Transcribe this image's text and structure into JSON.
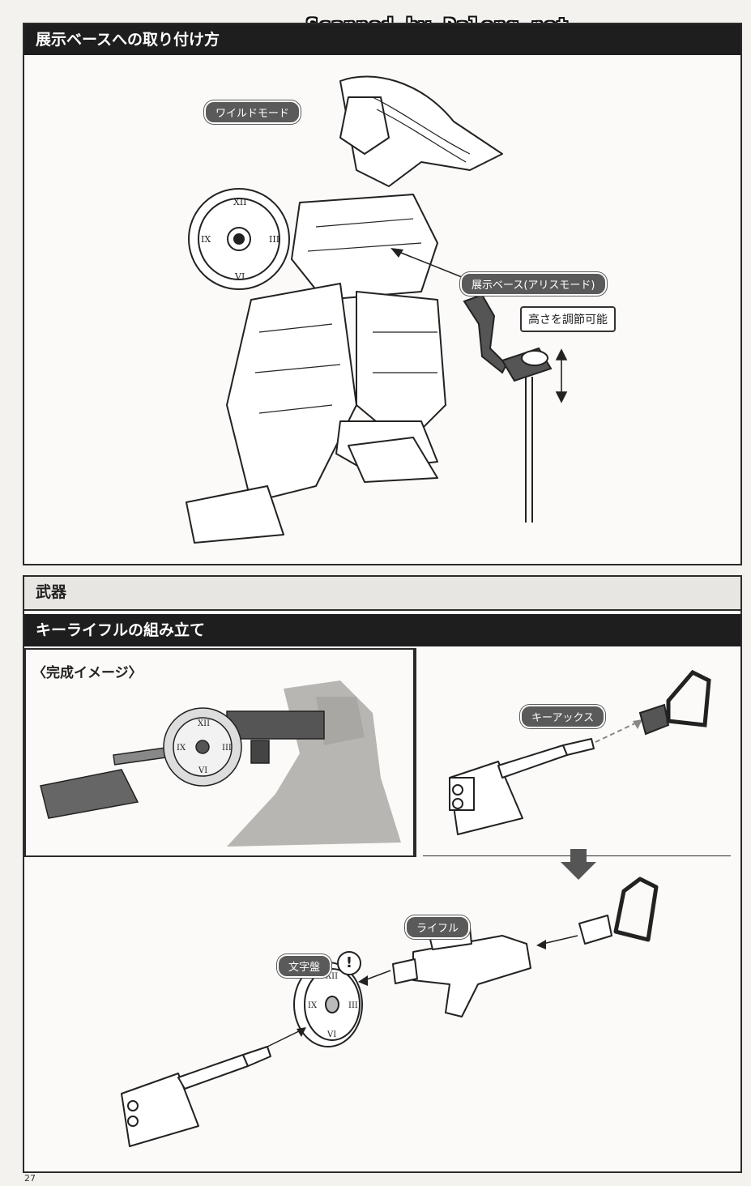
{
  "watermark": "Scanned by Dalong.net",
  "section_display": {
    "title": "展示ベースへの取り付け方",
    "label_wild_mode": "ワイルドモード",
    "label_display_base": "展示ベース(アリスモード)",
    "callout_height": "高さを調節可能"
  },
  "section_weapons": {
    "heading": "武器",
    "title": "キーライフルの組み立て",
    "completed_label": "〈完成イメージ〉",
    "label_key_axe": "キーアックス",
    "label_rifle": "ライフル",
    "label_dial": "文字盤",
    "alert_mark": "!"
  },
  "page_number": "27"
}
